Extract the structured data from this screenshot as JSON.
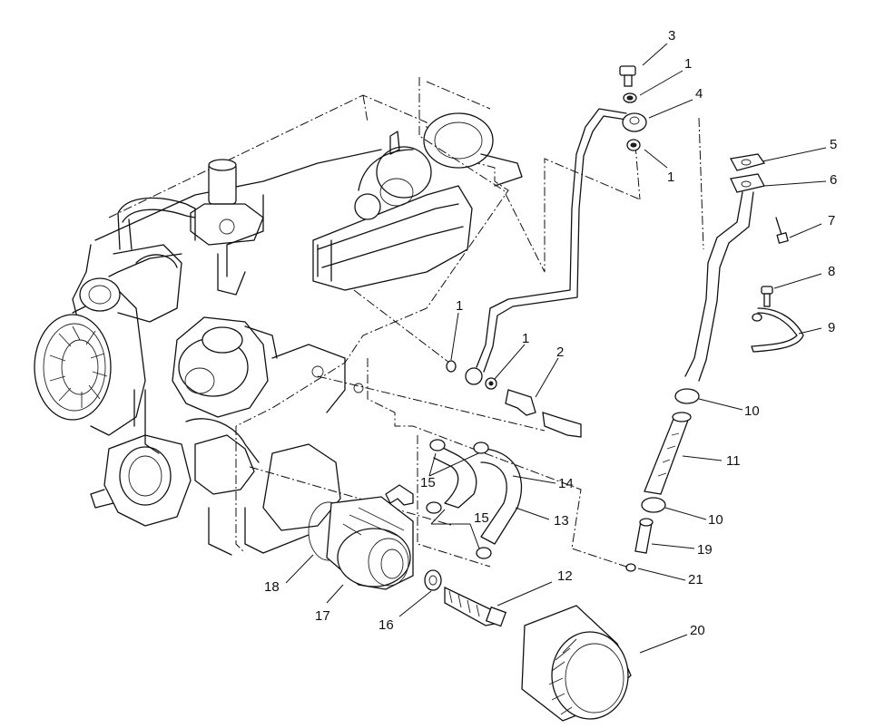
{
  "callouts": [
    {
      "id": "c3",
      "text": "3"
    },
    {
      "id": "c1a",
      "text": "1"
    },
    {
      "id": "c4",
      "text": "4"
    },
    {
      "id": "c1b",
      "text": "1"
    },
    {
      "id": "c5",
      "text": "5"
    },
    {
      "id": "c6",
      "text": "6"
    },
    {
      "id": "c7",
      "text": "7"
    },
    {
      "id": "c8",
      "text": "8"
    },
    {
      "id": "c9",
      "text": "9"
    },
    {
      "id": "c1c",
      "text": "1"
    },
    {
      "id": "c1d",
      "text": "1"
    },
    {
      "id": "c2",
      "text": "2"
    },
    {
      "id": "c10a",
      "text": "10"
    },
    {
      "id": "c11",
      "text": "11"
    },
    {
      "id": "c14",
      "text": "14"
    },
    {
      "id": "c15a",
      "text": "15"
    },
    {
      "id": "c10b",
      "text": "10"
    },
    {
      "id": "c15b",
      "text": "15"
    },
    {
      "id": "c13",
      "text": "13"
    },
    {
      "id": "c19",
      "text": "19"
    },
    {
      "id": "c12",
      "text": "12"
    },
    {
      "id": "c21",
      "text": "21"
    },
    {
      "id": "c18",
      "text": "18"
    },
    {
      "id": "c17",
      "text": "17"
    },
    {
      "id": "c16",
      "text": "16"
    },
    {
      "id": "c20",
      "text": "20"
    }
  ]
}
